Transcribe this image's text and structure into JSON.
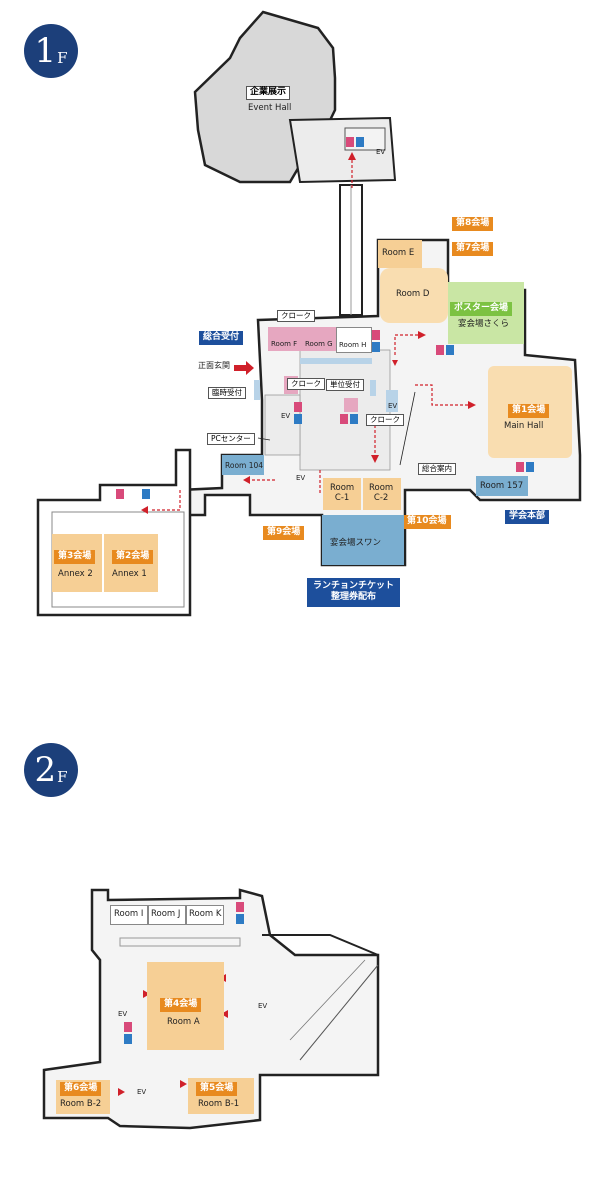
{
  "floor1": {
    "floor_num": "1",
    "floor_suffix": "F",
    "event_hall_jp": "企業展示",
    "event_hall_en": "Event Hall",
    "room_e": "Room E",
    "room_d": "Room D",
    "tag_room8": "第8会場",
    "tag_room7": "第7会場",
    "tag_poster": "ポスター会場",
    "banquet_sakura": "宴会場さくら",
    "cloak1": "クローク",
    "room_f": "Room F",
    "room_g": "Room G",
    "room_h": "Room H",
    "general_reception": "総合受付",
    "main_entrance": "正面玄関",
    "temp_reception": "臨時受付",
    "cloak2": "クローク",
    "credit_reception": "単位受付",
    "cloak3": "クローク",
    "tag_room1": "第1会場",
    "main_hall": "Main Hall",
    "pc_center": "PCセンター",
    "room_104": "Room 104",
    "info": "総合案内",
    "room_157": "Room 157",
    "hq": "学会本部",
    "room_c1": "Room\nC-1",
    "room_c2": "Room\nC-2",
    "tag_room9": "第9会場",
    "tag_room10": "第10会場",
    "banquet_swan": "宴会場スワン",
    "lunch_line1": "ランチョンチケット",
    "lunch_line2": "整理券配布",
    "tag_room3": "第3会場",
    "tag_room2": "第2会場",
    "annex2": "Annex 2",
    "annex1": "Annex 1",
    "ev": "EV"
  },
  "floor2": {
    "floor_num": "2",
    "floor_suffix": "F",
    "room_i": "Room I",
    "room_j": "Room J",
    "room_k": "Room K",
    "tag_room4": "第4会場",
    "room_a": "Room A",
    "tag_room6": "第6会場",
    "room_b2": "Room B-2",
    "tag_room5": "第5会場",
    "room_b1": "Room B-1",
    "ev": "EV"
  },
  "colors": {
    "badge": "#1c3f7a",
    "orange_tag": "#e88a1f",
    "green_tag": "#7cc242",
    "blue_tag": "#1d4f9c",
    "room_peach": "#f6cf95",
    "room_green": "#c9e6a4",
    "room_blue": "#7aaed0",
    "room_pink": "#e6a7c0",
    "arrow_red": "#d0202a"
  }
}
